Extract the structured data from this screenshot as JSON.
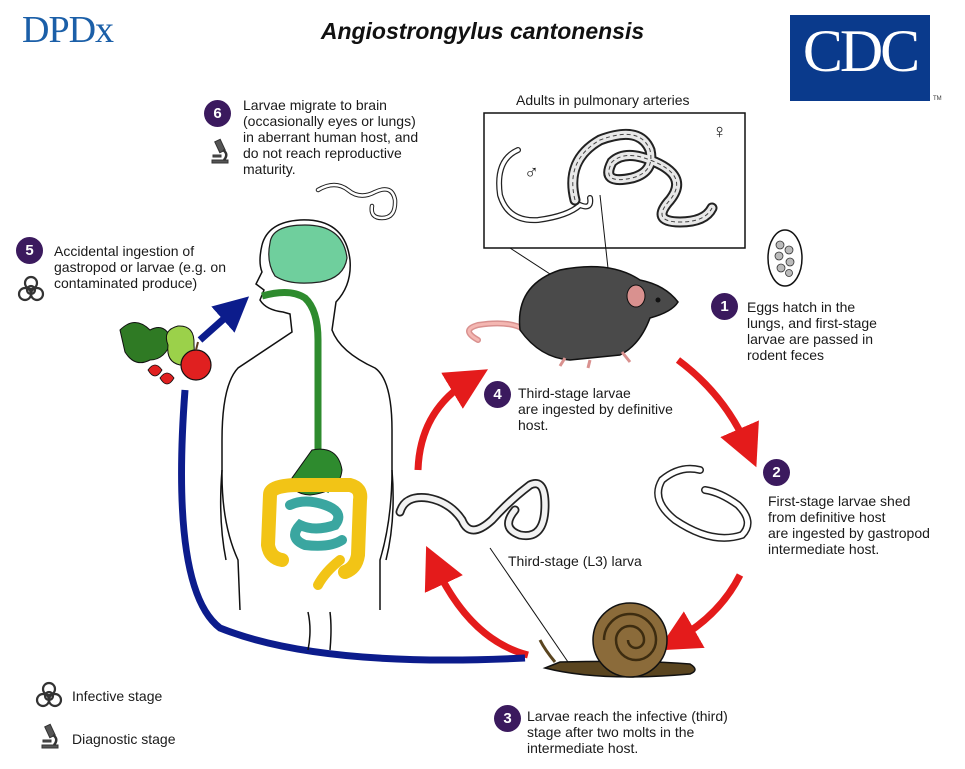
{
  "header": {
    "logo_left": "DPDx",
    "title": "Angiostrongylus cantonensis",
    "logo_right": "CDC"
  },
  "stages": [
    {
      "number": "1",
      "text": [
        "Eggs hatch in the",
        "lungs, and first-stage",
        "larvae are passed in",
        "rodent feces"
      ]
    },
    {
      "number": "2",
      "text": [
        "First-stage larvae shed",
        "from definitive host",
        "are ingested by gastropod",
        "intermediate host."
      ]
    },
    {
      "number": "3",
      "text": [
        "Larvae reach the infective (third)",
        "stage after two molts in the",
        "intermediate host."
      ]
    },
    {
      "number": "4",
      "text": [
        "Third-stage larvae",
        "are ingested by definitive",
        "host."
      ]
    },
    {
      "number": "5",
      "text": [
        "Accidental ingestion of",
        "gastropod or larvae (e.g. on",
        "contaminated produce)"
      ]
    },
    {
      "number": "6",
      "text": [
        "Larvae migrate to brain",
        "(occasionally eyes or lungs)",
        "in aberrant human host, and",
        "do not reach reproductive",
        "maturity."
      ]
    }
  ],
  "labels": {
    "adults": "Adults in pulmonary arteries",
    "l3_larva": "Third-stage (L3) larva",
    "male_symbol": "♂",
    "female_symbol": "♀"
  },
  "legend": {
    "infective": "Infective stage",
    "diagnostic": "Diagnostic stage"
  },
  "icons": [
    "biohazard-icon",
    "microscope-icon"
  ],
  "colors": {
    "badge": "#3b1a5e",
    "arrow_red": "#e41b1b",
    "arrow_blue": "#0c1c8c",
    "brain": "#6fcf9d",
    "digestive_tract": "#2e8b2e",
    "intestine_large": "#f2c416",
    "intestine_small": "#3aa6a0",
    "cdc_blue": "#0a3a8c",
    "dpdx_blue": "#1b5fa8"
  }
}
